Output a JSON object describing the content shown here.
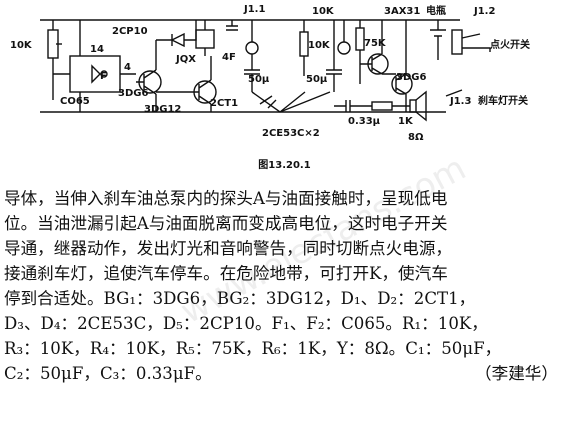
{
  "figure": {
    "caption": "图13.20.1",
    "labels": {
      "r1": "10K",
      "pin14": "14",
      "f_gate": "F",
      "pin4": "4",
      "co65": "CO65",
      "d_2cp10": "2CP10",
      "jqx": "JQX",
      "f4": "4F",
      "bg_3dg6": "3DG6",
      "bg_3dg12": "3DG12",
      "d_2ct1": "2CT1",
      "j11": "J1.1",
      "r_10k_top": "10K",
      "r_10k_mid": "10K",
      "c50_left": "50μ",
      "c50_right": "50μ",
      "d_2ce53c": "2CE53C×2",
      "bg_3ax31": "3AX31",
      "r_75k": "75K",
      "bg_3dg6_right": "3DG6",
      "c_033": "0.33μ",
      "r_1k": "1K",
      "speaker": "8Ω",
      "battery": "电瓶",
      "j12": "J1.2",
      "ignition": "点火开关",
      "j13": "J1.3",
      "brake_light": "刹车灯开关"
    }
  },
  "watermark": "www.elecfans.com",
  "text": {
    "lines": [
      "导体，当伸入刹车油总泵内的探头A与油面接触时，呈现低电",
      "位。当油泄漏引起A与油面脱离而变成高电位，这时电子开关",
      "导通，继器动作，发出灯光和音响警告，同时切断点火电源，",
      "接通刹车灯，追使汽车停车。在危险地带，可打开K，使汽车",
      "停到合适处。BG₁：3DG6，BG₂：3DG12，D₁、D₂：2CT1，",
      "D₃、D₄：2CE53C，D₅：2CP10。F₁、F₂：C065。R₁：10K，",
      "R₃：10K，R₄：10K，R₅：75K，R₆：1K，Y：8Ω。C₁：50μF，",
      "C₂：50μF，C₃：0.33μF。"
    ],
    "author": "（李建华）"
  }
}
